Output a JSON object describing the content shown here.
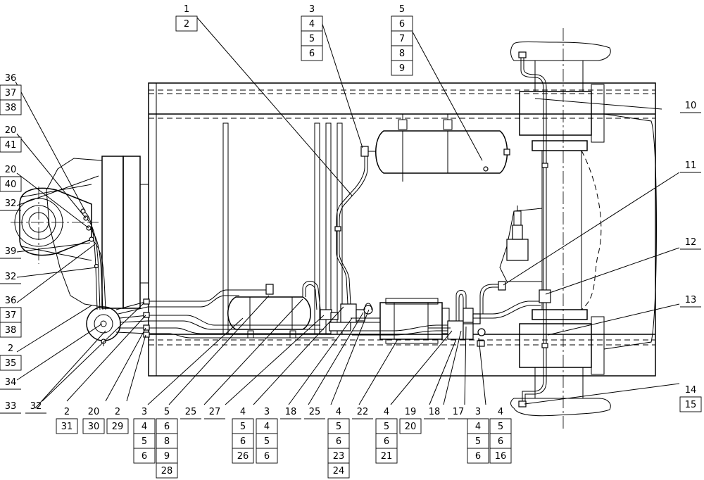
{
  "callouts": [
    {
      "id": "c1",
      "labels": [
        "1",
        "2"
      ]
    },
    {
      "id": "c2",
      "labels": [
        "3",
        "4",
        "5",
        "6"
      ]
    },
    {
      "id": "c3",
      "labels": [
        "5",
        "6",
        "7",
        "8",
        "9"
      ]
    },
    {
      "id": "c4",
      "labels": [
        "10"
      ]
    },
    {
      "id": "c5",
      "labels": [
        "11"
      ]
    },
    {
      "id": "c6",
      "labels": [
        "12"
      ]
    },
    {
      "id": "c7",
      "labels": [
        "13"
      ]
    },
    {
      "id": "c8",
      "labels": [
        "14",
        "15"
      ]
    },
    {
      "id": "c9",
      "labels": [
        "36",
        "37",
        "38"
      ]
    },
    {
      "id": "c10",
      "labels": [
        "20",
        "41"
      ]
    },
    {
      "id": "c11",
      "labels": [
        "20",
        "40"
      ]
    },
    {
      "id": "c12",
      "labels": [
        "32"
      ]
    },
    {
      "id": "c13",
      "labels": [
        "39"
      ]
    },
    {
      "id": "c14",
      "labels": [
        "32"
      ]
    },
    {
      "id": "c15",
      "labels": [
        "36",
        "37",
        "38"
      ]
    },
    {
      "id": "c16",
      "labels": [
        "2",
        "35"
      ]
    },
    {
      "id": "c17",
      "labels": [
        "34"
      ]
    },
    {
      "id": "c18",
      "labels": [
        "33"
      ]
    },
    {
      "id": "c19",
      "labels": [
        "32"
      ]
    },
    {
      "id": "c20",
      "labels": [
        "2",
        "31"
      ]
    },
    {
      "id": "c21",
      "labels": [
        "20",
        "30"
      ]
    },
    {
      "id": "c22",
      "labels": [
        "2",
        "29"
      ]
    },
    {
      "id": "c23",
      "labels": [
        "3",
        "4",
        "5",
        "6"
      ]
    },
    {
      "id": "c24",
      "labels": [
        "5",
        "6",
        "8",
        "9",
        "28"
      ]
    },
    {
      "id": "c25",
      "labels": [
        "25"
      ]
    },
    {
      "id": "c26",
      "labels": [
        "27"
      ]
    },
    {
      "id": "c27",
      "labels": [
        "4",
        "5",
        "6",
        "26"
      ]
    },
    {
      "id": "c28",
      "labels": [
        "3",
        "4",
        "5",
        "6"
      ]
    },
    {
      "id": "c29",
      "labels": [
        "18"
      ]
    },
    {
      "id": "c30",
      "labels": [
        "25"
      ]
    },
    {
      "id": "c31",
      "labels": [
        "4",
        "5",
        "6",
        "23",
        "24"
      ]
    },
    {
      "id": "c32",
      "labels": [
        "22"
      ]
    },
    {
      "id": "c33",
      "labels": [
        "4",
        "5",
        "6",
        "21"
      ]
    },
    {
      "id": "c34",
      "labels": [
        "19",
        "20"
      ]
    },
    {
      "id": "c35",
      "labels": [
        "18"
      ]
    },
    {
      "id": "c36",
      "labels": [
        "17"
      ]
    },
    {
      "id": "c37",
      "labels": [
        "3",
        "4",
        "5",
        "6"
      ]
    },
    {
      "id": "c38",
      "labels": [
        "4",
        "5",
        "6",
        "16"
      ]
    }
  ]
}
